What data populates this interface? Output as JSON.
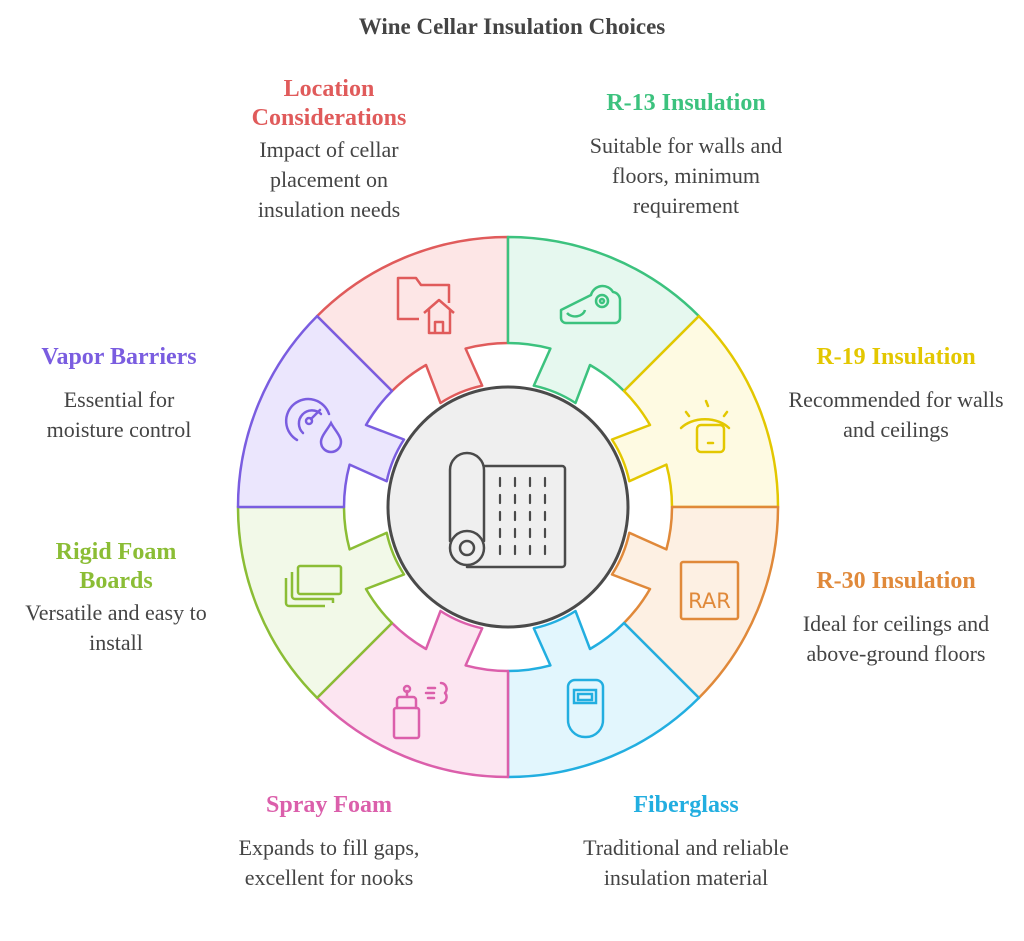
{
  "title": "Wine Cellar Insulation Choices",
  "center_icon": "insulation-roll-icon",
  "items": [
    {
      "key": "location",
      "title": "Location Considerations",
      "description": "Impact of cellar placement on insulation needs",
      "color": "#e05b5b",
      "fill": "#fde6e6",
      "icon": "folder-home-icon"
    },
    {
      "key": "r13",
      "title": "R-13 Insulation",
      "description": "Suitable for walls and floors, minimum requirement",
      "color": "#3cc27e",
      "fill": "#e6f8ef",
      "icon": "tape-dispenser-icon"
    },
    {
      "key": "r19",
      "title": "R-19 Insulation",
      "description": "Recommended for walls and ceilings",
      "color": "#e3c700",
      "fill": "#fefae2",
      "icon": "lamp-icon"
    },
    {
      "key": "r30",
      "title": "R-30 Insulation",
      "description": "Ideal for ceilings and above-ground floors",
      "color": "#e0893a",
      "fill": "#fdf0e3",
      "icon": "rar-file-icon",
      "icon_text": "RAR"
    },
    {
      "key": "fiberglass",
      "title": "Fiberglass",
      "description": "Traditional and reliable insulation material",
      "color": "#22aee0",
      "fill": "#e2f6fd",
      "icon": "welding-mask-icon"
    },
    {
      "key": "spray",
      "title": "Spray Foam",
      "description": "Expands to fill gaps, excellent for nooks",
      "color": "#db5fab",
      "fill": "#fce5f1",
      "icon": "spray-can-icon"
    },
    {
      "key": "rigid",
      "title": "Rigid Foam Boards",
      "description": "Versatile and easy to install",
      "color": "#8bbd35",
      "fill": "#f2f9e8",
      "icon": "stacked-boards-icon"
    },
    {
      "key": "vapor",
      "title": "Vapor Barriers",
      "description": "Essential for moisture control",
      "color": "#7a5de0",
      "fill": "#ebe6fd",
      "icon": "humidity-gauge-icon"
    }
  ]
}
